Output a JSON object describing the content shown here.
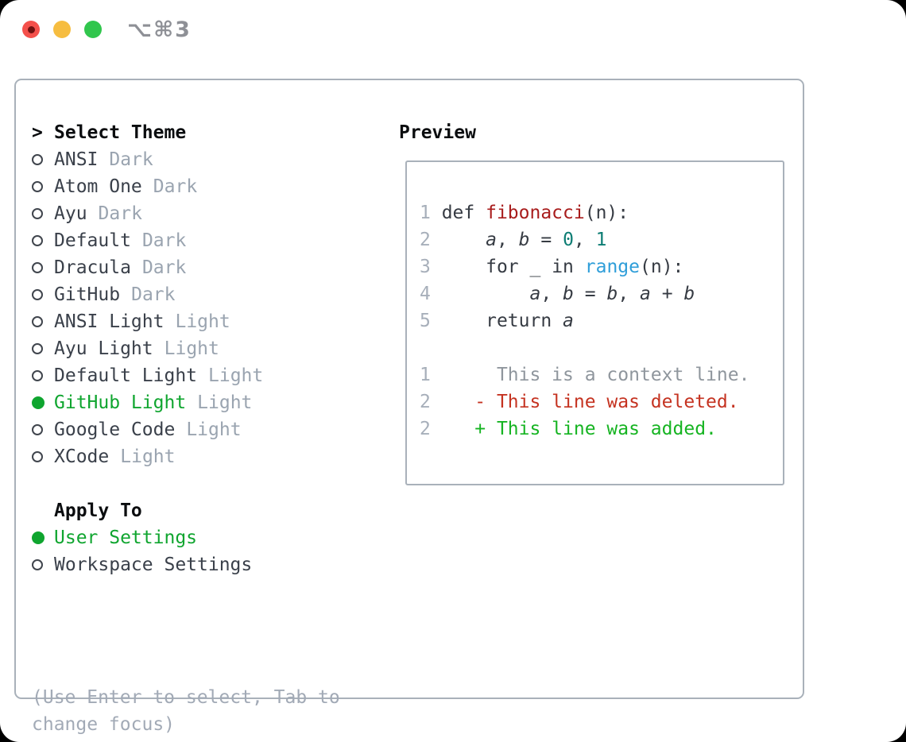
{
  "window": {
    "shortcut_label": "⌥⌘3",
    "traffic_lights": [
      "close",
      "minimize",
      "zoom"
    ]
  },
  "theme_section": {
    "header_prompt": ">",
    "header_label": "Select Theme",
    "items": [
      {
        "name": "ANSI",
        "tag": "Dark",
        "selected": false
      },
      {
        "name": "Atom One",
        "tag": "Dark",
        "selected": false
      },
      {
        "name": "Ayu",
        "tag": "Dark",
        "selected": false
      },
      {
        "name": "Default",
        "tag": "Dark",
        "selected": false
      },
      {
        "name": "Dracula",
        "tag": "Dark",
        "selected": false
      },
      {
        "name": "GitHub",
        "tag": "Dark",
        "selected": false
      },
      {
        "name": "ANSI Light",
        "tag": "Light",
        "selected": false
      },
      {
        "name": "Ayu Light",
        "tag": "Light",
        "selected": false
      },
      {
        "name": "Default Light",
        "tag": "Light",
        "selected": false
      },
      {
        "name": "GitHub Light",
        "tag": "Light",
        "selected": true
      },
      {
        "name": "Google Code",
        "tag": "Light",
        "selected": false
      },
      {
        "name": "XCode",
        "tag": "Light",
        "selected": false
      }
    ]
  },
  "apply_section": {
    "header_label": "Apply To",
    "items": [
      {
        "name": "User Settings",
        "selected": true
      },
      {
        "name": "Workspace Settings",
        "selected": false
      }
    ]
  },
  "hint_lines": [
    "(Use Enter to select, Tab to",
    "change focus)"
  ],
  "preview": {
    "title": "Preview",
    "lines": [
      {
        "num": "1",
        "tokens": [
          [
            "def ",
            "kw"
          ],
          [
            "fibonacci",
            "title"
          ],
          [
            "(n):",
            "plain"
          ]
        ]
      },
      {
        "num": "2",
        "tokens": [
          [
            "    ",
            "plain"
          ],
          [
            "a",
            "var"
          ],
          [
            ", ",
            "plain"
          ],
          [
            "b",
            "var"
          ],
          [
            " = ",
            "plain"
          ],
          [
            "0",
            "num"
          ],
          [
            ", ",
            "plain"
          ],
          [
            "1",
            "num"
          ]
        ]
      },
      {
        "num": "3",
        "tokens": [
          [
            "    ",
            "plain"
          ],
          [
            "for",
            "kw"
          ],
          [
            " _ ",
            "plain"
          ],
          [
            "in",
            "kw"
          ],
          [
            " ",
            "plain"
          ],
          [
            "range",
            "builtin"
          ],
          [
            "(n):",
            "plain"
          ]
        ]
      },
      {
        "num": "4",
        "tokens": [
          [
            "        ",
            "plain"
          ],
          [
            "a",
            "var"
          ],
          [
            ", ",
            "plain"
          ],
          [
            "b",
            "var"
          ],
          [
            " = ",
            "plain"
          ],
          [
            "b",
            "var"
          ],
          [
            ", ",
            "plain"
          ],
          [
            "a",
            "var"
          ],
          [
            " + ",
            "plain"
          ],
          [
            "b",
            "var"
          ]
        ]
      },
      {
        "num": "5",
        "tokens": [
          [
            "    ",
            "plain"
          ],
          [
            "return",
            "kw"
          ],
          [
            " ",
            "plain"
          ],
          [
            "a",
            "var"
          ]
        ]
      },
      {
        "blank": true
      },
      {
        "num": "1",
        "tokens": [
          [
            "     This is a context line.",
            "context"
          ]
        ]
      },
      {
        "num": "2",
        "tokens": [
          [
            "   - This line was deleted.",
            "del"
          ]
        ]
      },
      {
        "num": "2",
        "tokens": [
          [
            "   + This line was added.",
            "add"
          ]
        ]
      }
    ]
  },
  "colors": {
    "accent-green": "#0fa52f",
    "diff-green": "#16b422",
    "diff-red": "#c53321",
    "code-title": "#a81c1c",
    "code-number": "#0d7d74",
    "code-builtin": "#2f9ed9",
    "code-default": "#363b43",
    "line-number": "#a7afba",
    "context-gray": "#8f969d",
    "tag-gray": "#9aa4b0",
    "hint-gray": "#a2aab6",
    "item-text": "#3a404a",
    "heading": "#0b0d0f",
    "border-gray": "#a9b1ba",
    "radio-stroke": "#40454d",
    "traffic-red": "#f4504b",
    "traffic-red-dot": "#701110",
    "traffic-yellow": "#f6bd40",
    "traffic-green": "#31c64d",
    "shortcut-gray": "#8e9096"
  }
}
